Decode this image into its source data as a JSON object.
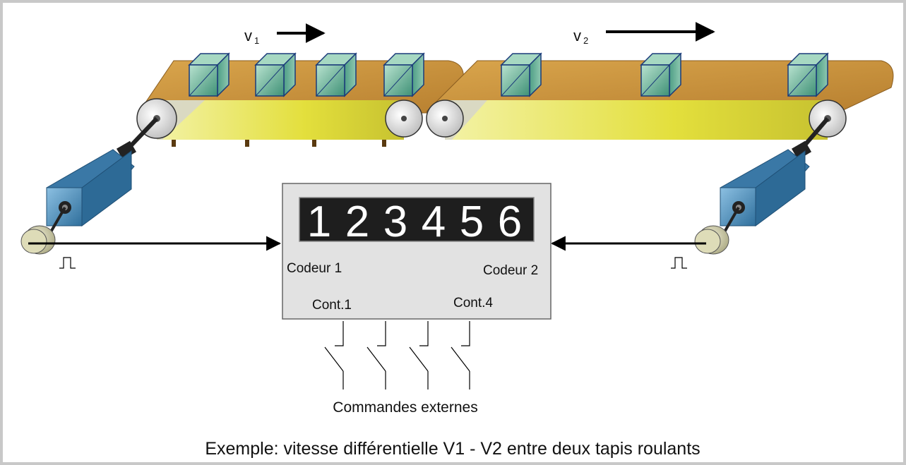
{
  "speed_labels": {
    "v1": "v",
    "v1_sub": "1",
    "v2": "v",
    "v2_sub": "2"
  },
  "counter": {
    "display": "123456"
  },
  "labels": {
    "encoder1": "Codeur 1",
    "encoder2": "Codeur 2",
    "cont1": "Cont.1",
    "cont4": "Cont.4",
    "external": "Commandes externes"
  },
  "caption": "Exemple: vitesse différentielle V1 - V2 entre deux tapis roulants",
  "colors": {
    "belt_top": "#c8923a",
    "belt_front": "#e6e24a",
    "box": "#5aa88c",
    "motor": "#4a88b4",
    "display_bg": "#1e1e1e",
    "panel": "#e2e2e2",
    "frame": "#c8c8c8"
  }
}
